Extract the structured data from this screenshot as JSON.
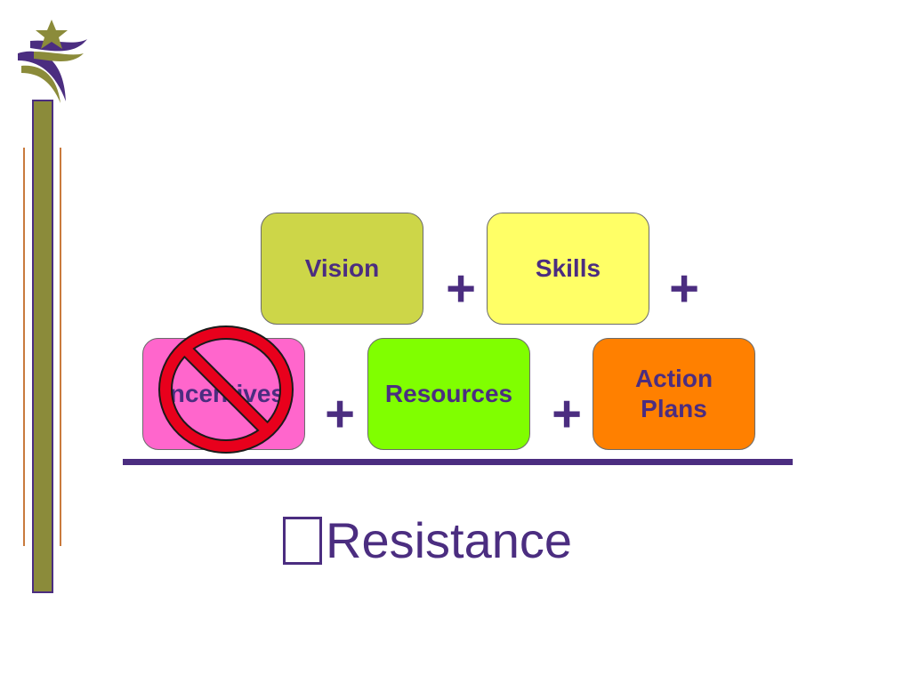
{
  "colors": {
    "text": "#4b2d80",
    "vision_box": "#cdd648",
    "skills_box": "#ffff66",
    "incentives_box": "#ff66cc",
    "resources_box": "#80ff00",
    "action_plans_box": "#ff8000",
    "no_sign": "#e8001c"
  },
  "boxes": {
    "vision": "Vision",
    "skills": "Skills",
    "incentives": "Incentives",
    "resources": "Resources",
    "action_plans_line1": "Action",
    "action_plans_line2": "Plans"
  },
  "operators": {
    "plus": "+"
  },
  "result": {
    "text": "Resistance"
  },
  "icons": {
    "logo": "star-swoosh-logo",
    "prohibited": "no-sign-icon",
    "unknown_glyph": "missing-glyph-box"
  }
}
